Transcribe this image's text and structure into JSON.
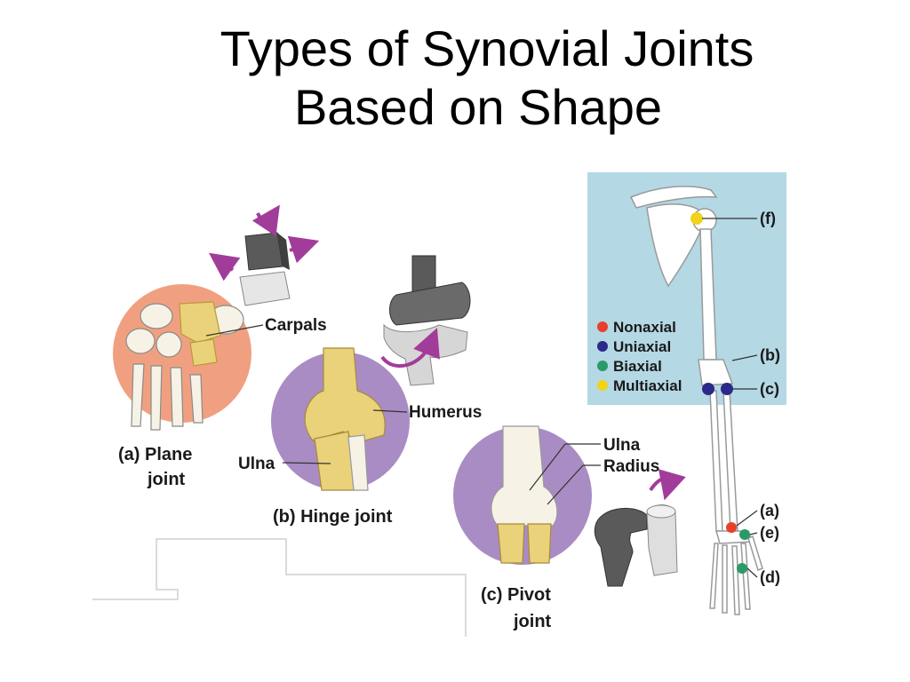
{
  "slide": {
    "title_line1": "Types of Synovial Joints",
    "title_line2": "Based on Shape"
  },
  "panels": {
    "plane": {
      "caption_line1": "(a) Plane",
      "caption_line2": "joint",
      "label_carpals": "Carpals"
    },
    "hinge": {
      "caption": "(b) Hinge joint",
      "label_humerus": "Humerus",
      "label_ulna": "Ulna"
    },
    "pivot": {
      "caption_line1": "(c) Pivot",
      "caption_line2": "joint",
      "label_ulna": "Ulna",
      "label_radius": "Radius"
    }
  },
  "legend": {
    "items": [
      {
        "label": "Nonaxial",
        "color": "#e8402a"
      },
      {
        "label": "Uniaxial",
        "color": "#2b2a8a"
      },
      {
        "label": "Biaxial",
        "color": "#2a9a6a"
      },
      {
        "label": "Multiaxial",
        "color": "#f2d21a"
      }
    ]
  },
  "skeleton_callouts": [
    "(f)",
    "(b)",
    "(c)",
    "(a)",
    "(e)",
    "(d)"
  ],
  "colors": {
    "bone": "#e9d27a",
    "bone_light": "#f6efc8",
    "plane_bg": "#f0a080",
    "hinge_bg": "#a98cc4",
    "pivot_bg": "#a98cc4",
    "arrow": "#a23c9a",
    "skeleton_panel": "#b4d8e4",
    "model_dark": "#5a5a5a",
    "model_light": "#d6d6d6"
  }
}
